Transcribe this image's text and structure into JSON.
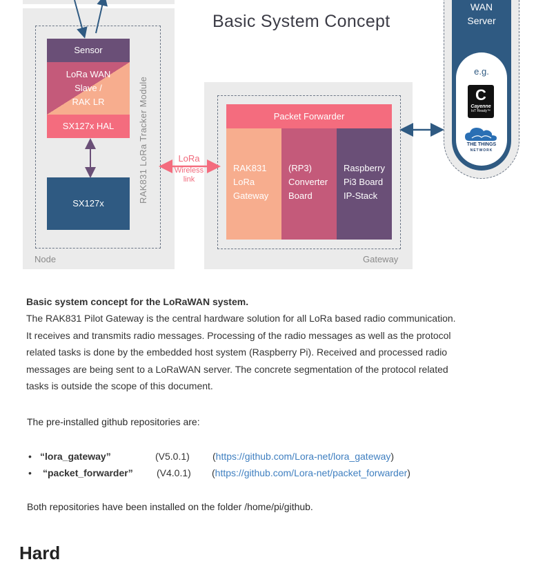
{
  "diagram": {
    "title": "Basic System Concept",
    "node": {
      "label": "Node",
      "module_label": "RAK831 LoRa Tracker Module",
      "sensor": "Sensor",
      "lorawan": [
        "LoRa WAN",
        "Slave /",
        "RAK LR"
      ],
      "hal": "SX127x HAL",
      "sx": "SX127x"
    },
    "link": {
      "line1": "LoRa",
      "line2": "Wireless",
      "line3": "link"
    },
    "gateway": {
      "label": "Gateway",
      "packet_forwarder": "Packet Forwarder",
      "col1": [
        "RAK831",
        "LoRa",
        "Gateway"
      ],
      "col2": [
        "(RP3)",
        "Converter",
        "Board"
      ],
      "col3": [
        "Raspberry",
        "Pi3 Board",
        "IP-Stack"
      ]
    },
    "server": {
      "lines": [
        "WAN",
        "Server"
      ],
      "eg": "e.g.",
      "cayenne": {
        "name": "Cayenne",
        "sub": "IoT Ready™"
      },
      "ttn": [
        "THE THINGS",
        "NETWORK"
      ]
    },
    "colors": {
      "navy": "#2f5a82",
      "purple": "#6a4f77",
      "pink": "#f46c7e",
      "rose": "#c45a7a",
      "peach": "#f7ad8e",
      "panel": "#ebebeb"
    }
  },
  "caption": {
    "heading": "Basic system concept for the LoRaWAN system.",
    "lines": [
      "The RAK831 Pilot Gateway is the central hardware solution for all LoRa based radio communication.",
      "It receives and transmits radio messages. Processing of the radio messages as well as the protocol",
      "related tasks is done by the embedded host system (Raspberry Pi). Received and processed radio",
      "messages are being sent to a LoRaWAN server. The concrete segmentation of the protocol related",
      "tasks is outside the scope of this document."
    ]
  },
  "repos": {
    "intro": "The pre-installed github repositories are:",
    "items": [
      {
        "name": "“lora_gateway”",
        "version": "(V5.0.1)",
        "open": "(",
        "url": "https://github.com/Lora-net/lora_gateway",
        "close": ")"
      },
      {
        "name": "“packet_forwarder”",
        "version": "(V4.0.1)",
        "open": "(",
        "url": "https://github.com/Lora-net/packet_forwarder",
        "close": ")"
      }
    ],
    "folder_note": "Both repositories have been installed on the folder /home/pi/github."
  },
  "next_heading_fragment": "Hard"
}
